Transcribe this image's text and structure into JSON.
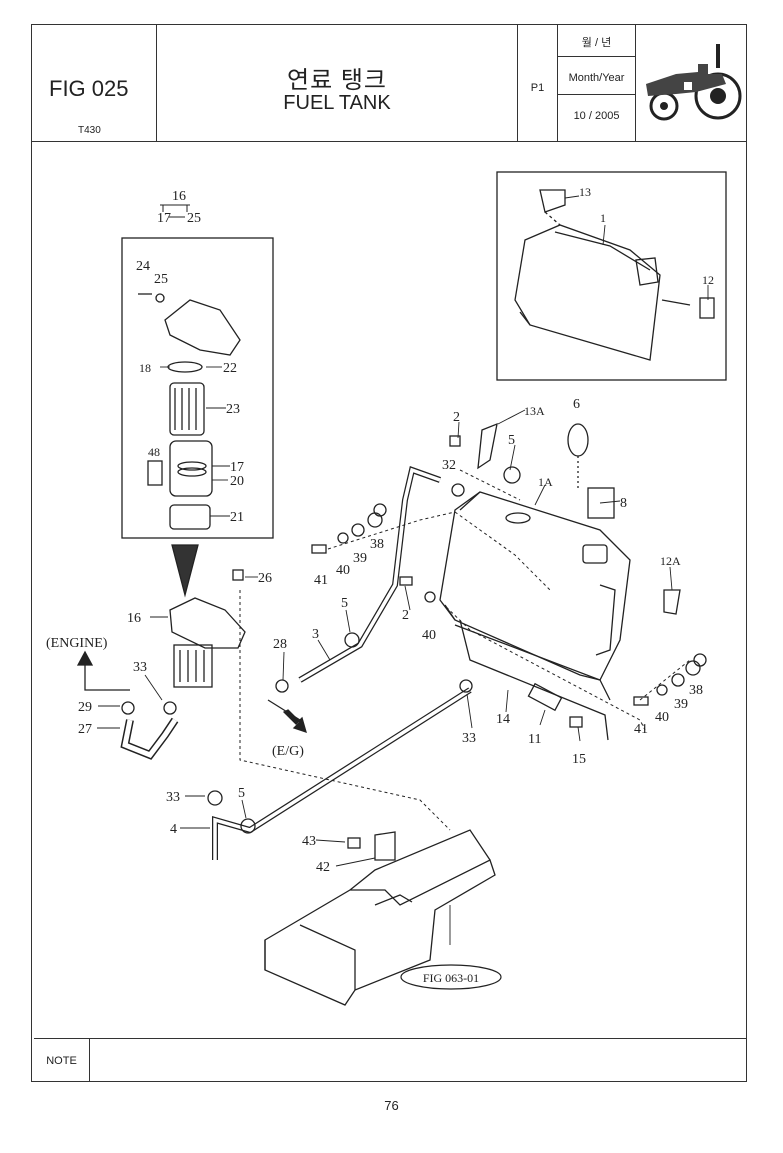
{
  "header": {
    "fig_code": "FIG 025",
    "model": "T430",
    "title_ko": "연료 탱크",
    "title_en": "FUEL TANK",
    "page_ref": "P1",
    "date_label_ko": "월 / 년",
    "date_label_en": "Month/Year",
    "date_value": "10 / 2005"
  },
  "diagram": {
    "callouts": {
      "c1": "1",
      "c1a": "1A",
      "c2a": "2",
      "c2b": "2",
      "c3": "3",
      "c4": "4",
      "c5a": "5",
      "c5b": "5",
      "c5c": "5",
      "c6": "6",
      "c8": "8",
      "c11": "11",
      "c12": "12",
      "c12a": "12A",
      "c13": "13",
      "c13a": "13A",
      "c14": "14",
      "c15": "15",
      "c16a": "16",
      "c16b": "16",
      "c17a": "17",
      "c17b": "17",
      "c18": "18",
      "c20": "20",
      "c21": "21",
      "c22": "22",
      "c23": "23",
      "c24": "24",
      "c25a": "25",
      "c25b": "25",
      "c26": "26",
      "c27": "27",
      "c28": "28",
      "c29": "29",
      "c32": "32",
      "c33a": "33",
      "c33b": "33",
      "c33c": "33",
      "c38a": "38",
      "c38b": "38",
      "c39a": "39",
      "c39b": "39",
      "c40a": "40",
      "c40b": "40",
      "c40c": "40",
      "c41a": "41",
      "c41b": "41",
      "c42": "42",
      "c43": "43",
      "c48": "48"
    },
    "engine_label": "(ENGINE)",
    "eg_label": "(E/G)",
    "fig_ref": "FIG 063-01"
  },
  "note": {
    "label": "NOTE"
  },
  "footer": {
    "page_number": "76"
  }
}
